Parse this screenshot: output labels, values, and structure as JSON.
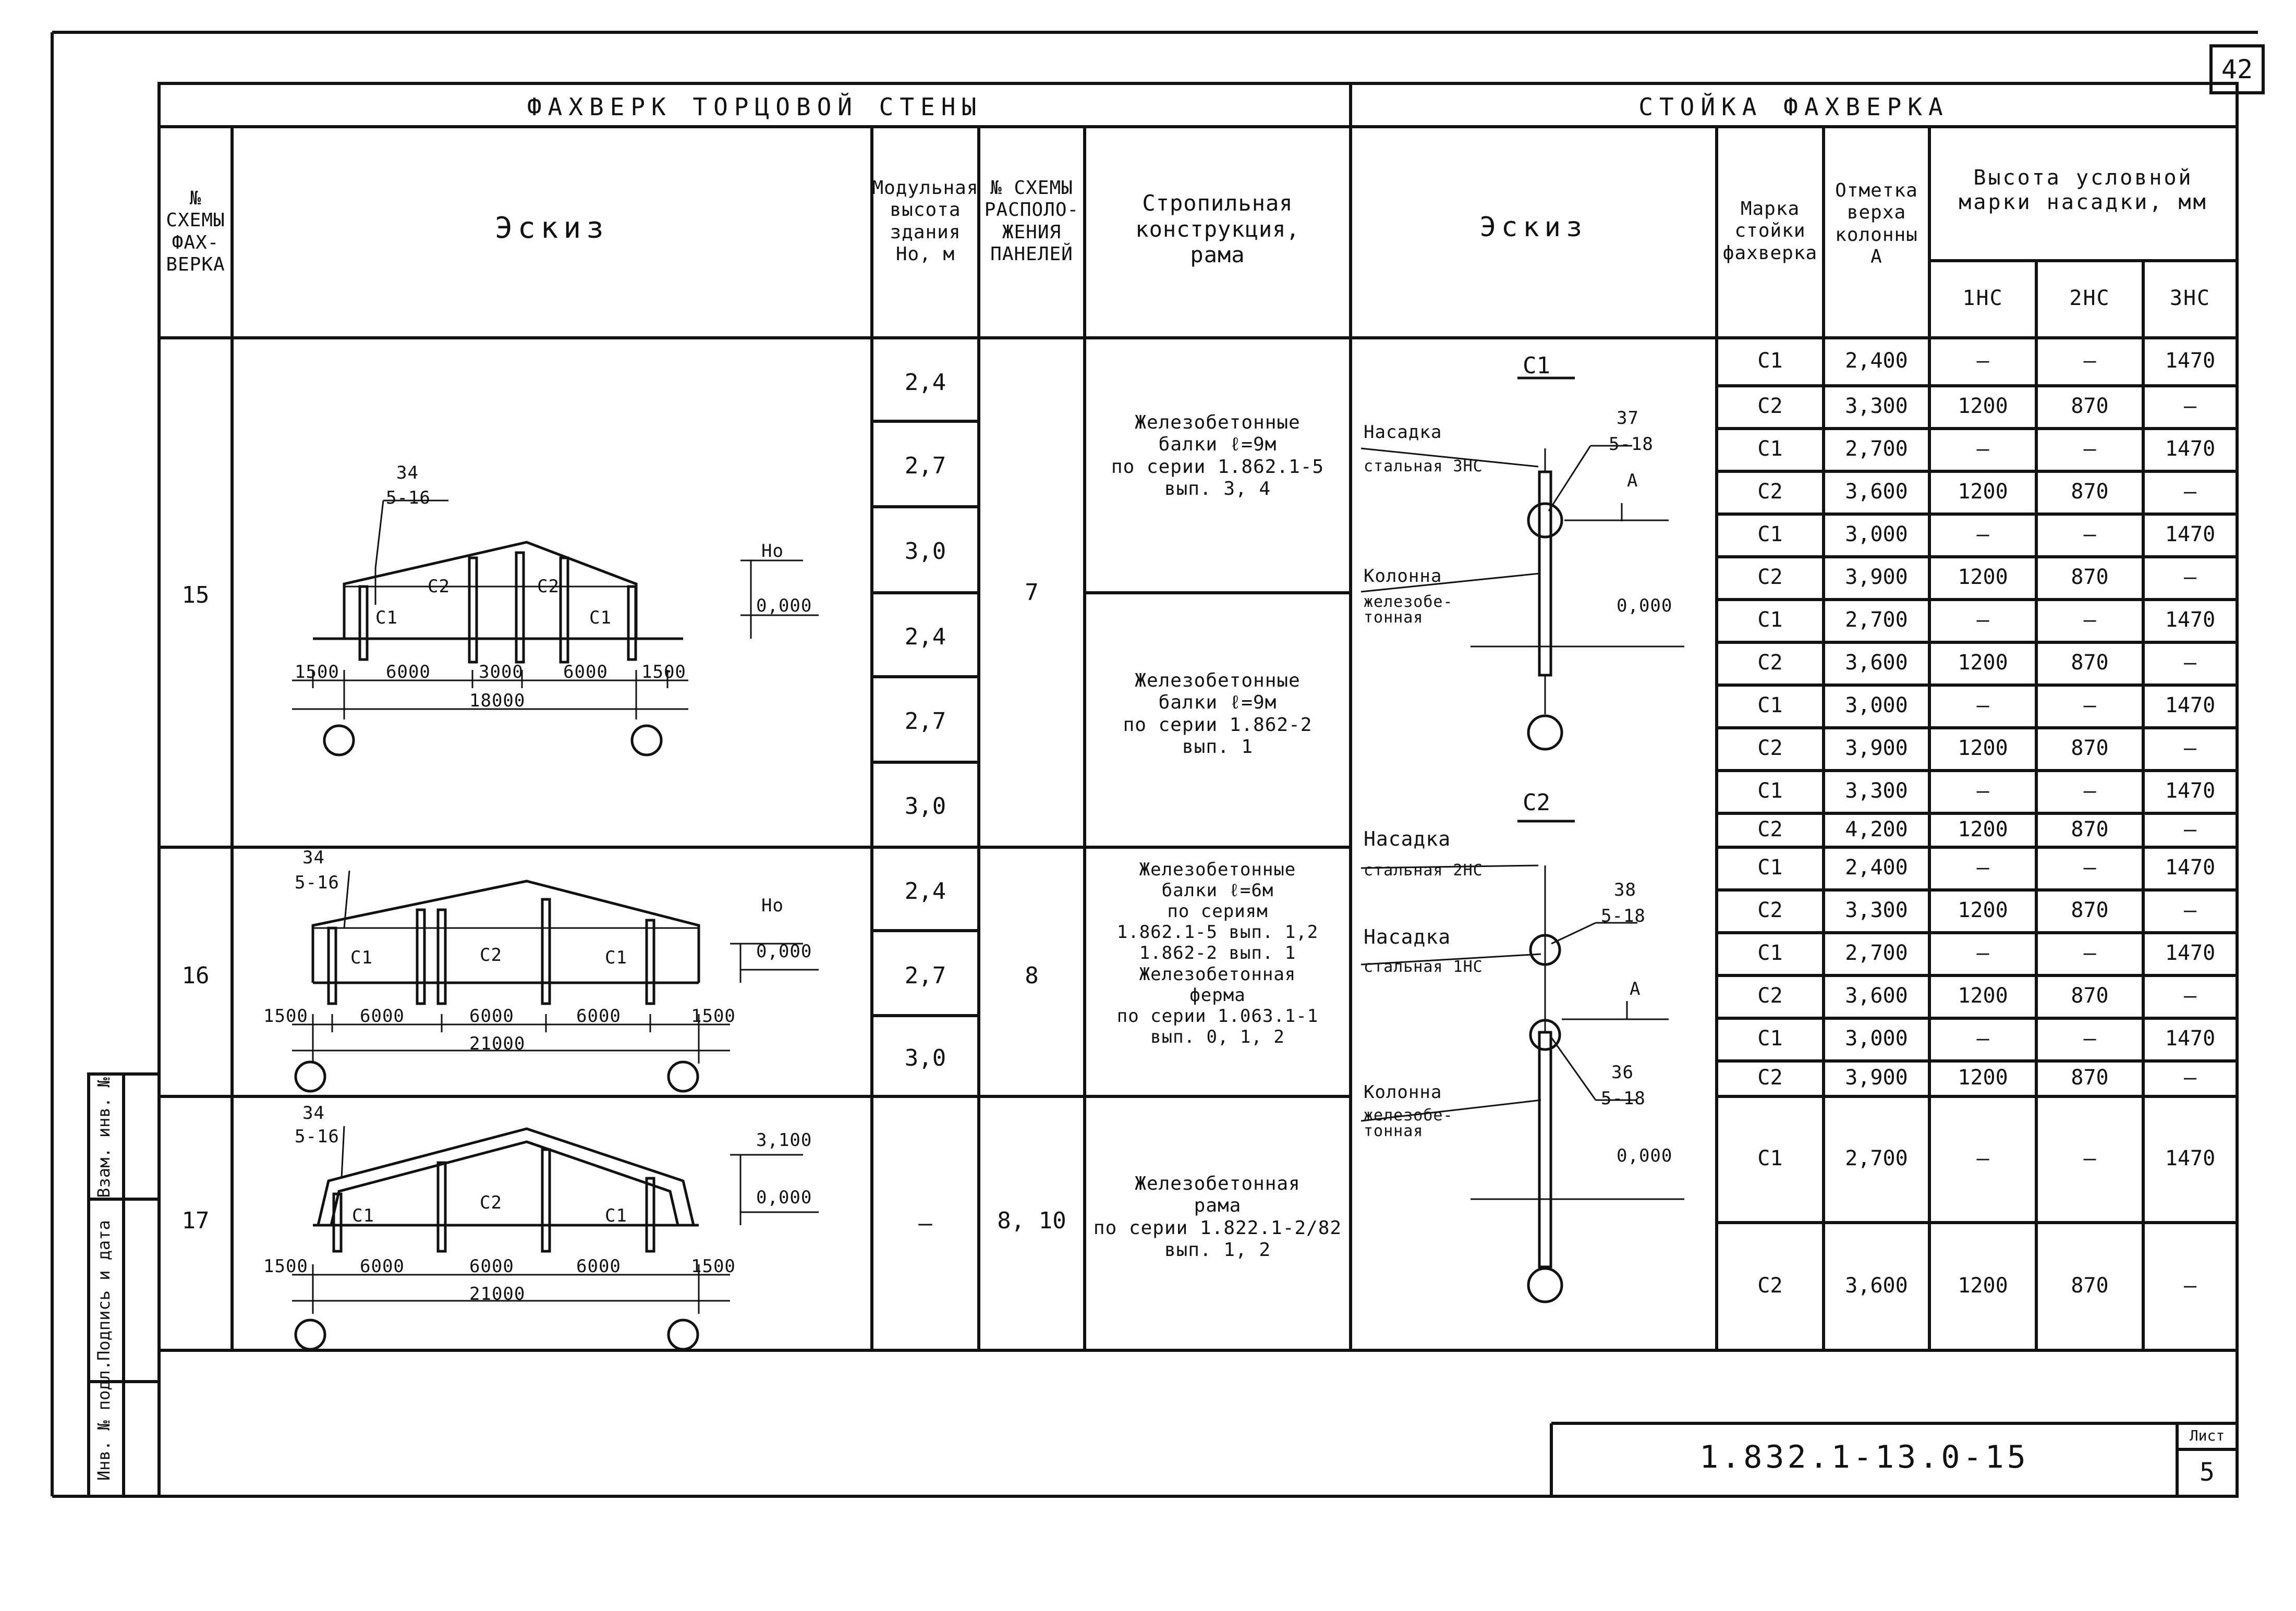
{
  "sheet_number": "42",
  "left_section": {
    "title": "ФАХВЕРК ТОРЦОВОЙ СТЕНЫ",
    "col_scheme": "№\nСХЕМЫ\nФАХ-\nВЕРКА",
    "col_sketch": "Эскиз",
    "col_height": "Модульная\nвысота\nздания\nНо, м",
    "col_layout": "№ СХЕМЫ\nРАСПОЛО-\nЖЕНИЯ\nПАНЕЛЕЙ",
    "col_structure": "Стропильная\nконструкция,\nрама",
    "rows": [
      {
        "scheme": "15",
        "layout": "7",
        "heights": [
          "2,4",
          "2,7",
          "3,0",
          "2,4",
          "2,7",
          "3,0"
        ],
        "structures": [
          "Железобетонные\nбалки ℓ=9м\nпо серии 1.862.1-5\nвып. 3, 4",
          "Железобетонные\nбалки ℓ=9м\nпо серии 1.862-2\nвып. 1"
        ]
      },
      {
        "scheme": "16",
        "layout": "8",
        "heights": [
          "2,4",
          "2,7",
          "3,0"
        ],
        "structures": [
          "Железобетонные\nбалки ℓ=6м\nпо сериям\n1.862.1-5 вып. 1,2\n1.862-2 вып. 1\nЖелезобетонная\nферма\nпо серии 1.063.1-1\nвып. 0, 1, 2"
        ]
      },
      {
        "scheme": "17",
        "layout": "8, 10",
        "heights": [
          "—"
        ],
        "structures": [
          "Железобетонная\nрама\nпо серии 1.822.1-2/82\nвып. 1, 2"
        ]
      }
    ],
    "sketch15": {
      "callout_top": "34",
      "callout_bot": "5-16",
      "ho": "Но",
      "zero": "0,000",
      "c1": "С1",
      "c2": "С2",
      "dims": [
        "1500",
        "6000",
        "3000",
        "6000",
        "1500"
      ],
      "total": "18000"
    },
    "sketch16": {
      "callout_top": "34",
      "callout_bot": "5-16",
      "ho": "Но",
      "zero": "0,000",
      "c1": "С1",
      "c2": "С2",
      "dims": [
        "1500",
        "6000",
        "6000",
        "6000",
        "1500"
      ],
      "total": "21000"
    },
    "sketch17": {
      "callout_top": "34",
      "callout_bot": "5-16",
      "top_mark": "3,100",
      "zero": "0,000",
      "c1": "С1",
      "c2": "С2",
      "dims": [
        "1500",
        "6000",
        "6000",
        "6000",
        "1500"
      ],
      "total": "21000"
    }
  },
  "right_section": {
    "title": "СТОЙКА ФАХВЕРКА",
    "col_sketch": "Эскиз",
    "col_mark": "Марка\nстойки\nфахверка",
    "col_level": "Отметка\nверха\nколонны\nА",
    "col_height_group": "Высота условной\nмарки насадки, мм",
    "sub_cols": [
      "1НС",
      "2НС",
      "3НС"
    ],
    "rows": [
      [
        "С1",
        "2,400",
        "—",
        "—",
        "1470"
      ],
      [
        "С2",
        "3,300",
        "1200",
        "870",
        "—"
      ],
      [
        "С1",
        "2,700",
        "—",
        "—",
        "1470"
      ],
      [
        "С2",
        "3,600",
        "1200",
        "870",
        "—"
      ],
      [
        "С1",
        "3,000",
        "—",
        "—",
        "1470"
      ],
      [
        "С2",
        "3,900",
        "1200",
        "870",
        "—"
      ],
      [
        "С1",
        "2,700",
        "—",
        "—",
        "1470"
      ],
      [
        "С2",
        "3,600",
        "1200",
        "870",
        "—"
      ],
      [
        "С1",
        "3,000",
        "—",
        "—",
        "1470"
      ],
      [
        "С2",
        "3,900",
        "1200",
        "870",
        "—"
      ],
      [
        "С1",
        "3,300",
        "—",
        "—",
        "1470"
      ],
      [
        "С2",
        "4,200",
        "1200",
        "870",
        "—"
      ],
      [
        "С1",
        "2,400",
        "—",
        "—",
        "1470"
      ],
      [
        "С2",
        "3,300",
        "1200",
        "870",
        "—"
      ],
      [
        "С1",
        "2,700",
        "—",
        "—",
        "1470"
      ],
      [
        "С2",
        "3,600",
        "1200",
        "870",
        "—"
      ],
      [
        "С1",
        "3,000",
        "—",
        "—",
        "1470"
      ],
      [
        "С2",
        "3,900",
        "1200",
        "870",
        "—"
      ],
      [
        "С1",
        "2,700",
        "—",
        "—",
        "1470"
      ],
      [
        "С2",
        "3,600",
        "1200",
        "870",
        "—"
      ]
    ],
    "c1_sketch": {
      "title": "С1",
      "nasadka": "Насадка",
      "nasadka_sub": "стальная 3НС",
      "callout_top": "37",
      "callout_bot": "5-18",
      "a": "А",
      "kolonna": "Колонна",
      "kolonna_sub": "железобе-\nтонная",
      "zero": "0,000"
    },
    "c2_sketch": {
      "title": "С2",
      "nasadka1": "Насадка",
      "nasadka1_sub": "стальная 2НС",
      "nasadka2": "Насадка",
      "nasadka2_sub": "стальная 1НС",
      "callout1_top": "38",
      "callout1_bot": "5-18",
      "callout2_top": "36",
      "callout2_bot": "5-18",
      "a": "А",
      "kolonna": "Колонна",
      "kolonna_sub": "железобе-\nтонная",
      "zero": "0,000"
    }
  },
  "stamp": {
    "code": "1.832.1-13.0-15",
    "sheet_label": "Лист",
    "sheet": "5"
  },
  "margin": {
    "f1": "Взам. инв. №",
    "f2": "Подпись и дата",
    "f3": "Инв. № подл."
  }
}
